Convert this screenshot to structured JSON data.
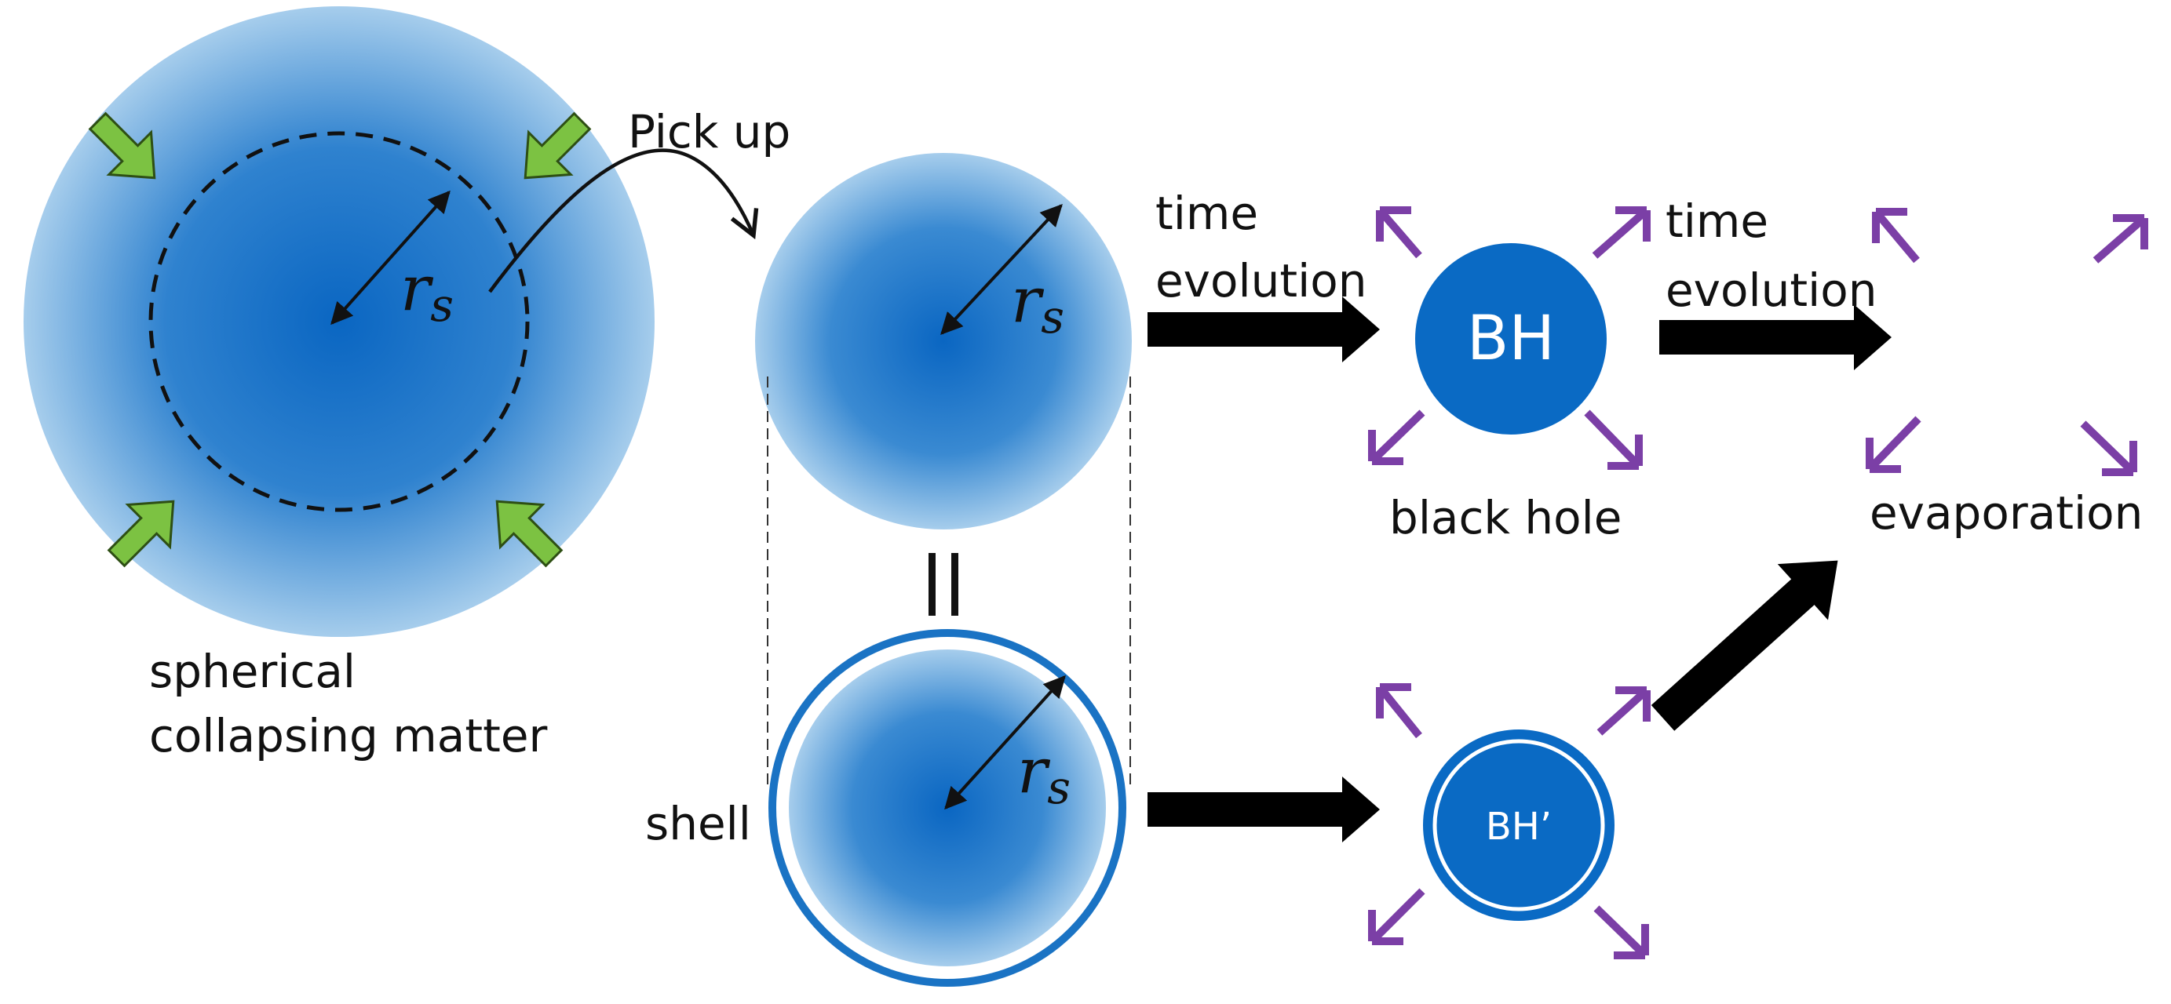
{
  "labels": {
    "pick_up": "Pick up",
    "time_evolution_1a": "time",
    "time_evolution_1b": "evolution",
    "time_evolution_2a": "time",
    "time_evolution_2b": "evolution",
    "black_hole": "black hole",
    "evaporation": "evaporation",
    "spherical_a": "spherical",
    "spherical_b": "collapsing matter",
    "shell": "shell",
    "bh": "BH",
    "bh_prime": "BH’",
    "equals": "||"
  },
  "radius_symbol": {
    "main": "r",
    "subscript": "s"
  },
  "colors": {
    "matter_core": "#0a66c2",
    "matter_edge": "#9fc8ea",
    "bh_fill": "#0a6ac4",
    "shell_ring": "#1a73c4",
    "inflow_arrow": "#7cc242",
    "hawking_arrow": "#7b3fa6",
    "flow_arrow": "#000000"
  },
  "icons": [
    "green-inflow-arrow-icon",
    "purple-radiation-arrow-icon",
    "black-flow-arrow-icon"
  ]
}
